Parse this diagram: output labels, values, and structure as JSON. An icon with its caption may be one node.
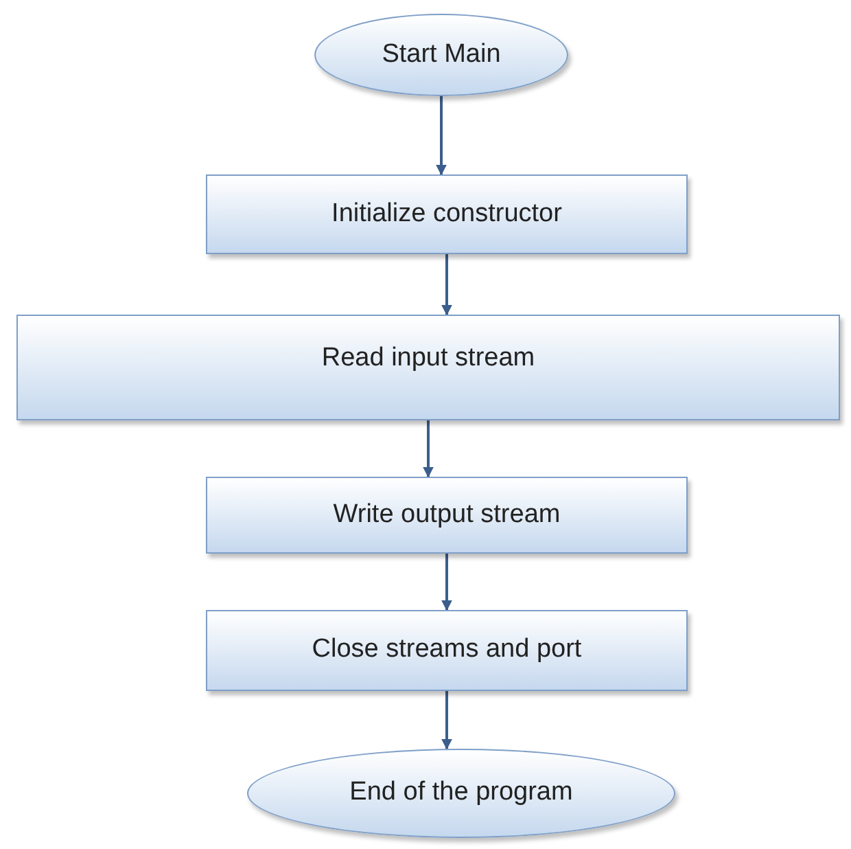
{
  "diagram": {
    "nodes": [
      {
        "text": [
          "Start Main"
        ]
      },
      {
        "text": [
          "Initialize constructor"
        ]
      },
      {
        "text": [
          "Read input stream"
        ]
      },
      {
        "text": [
          "Write output stream"
        ]
      },
      {
        "text": [
          "Close streams and port"
        ]
      },
      {
        "text": [
          "End of the program"
        ]
      }
    ],
    "edges": [
      {
        "from": 0,
        "to": 1,
        "arrow": "to"
      },
      {
        "from": 1,
        "to": 2,
        "arrow": "to"
      },
      {
        "from": 2,
        "to": 3,
        "arrow": "to"
      },
      {
        "from": 3,
        "to": 4,
        "arrow": "to"
      },
      {
        "from": 4,
        "to": 5,
        "arrow": "to"
      }
    ]
  }
}
